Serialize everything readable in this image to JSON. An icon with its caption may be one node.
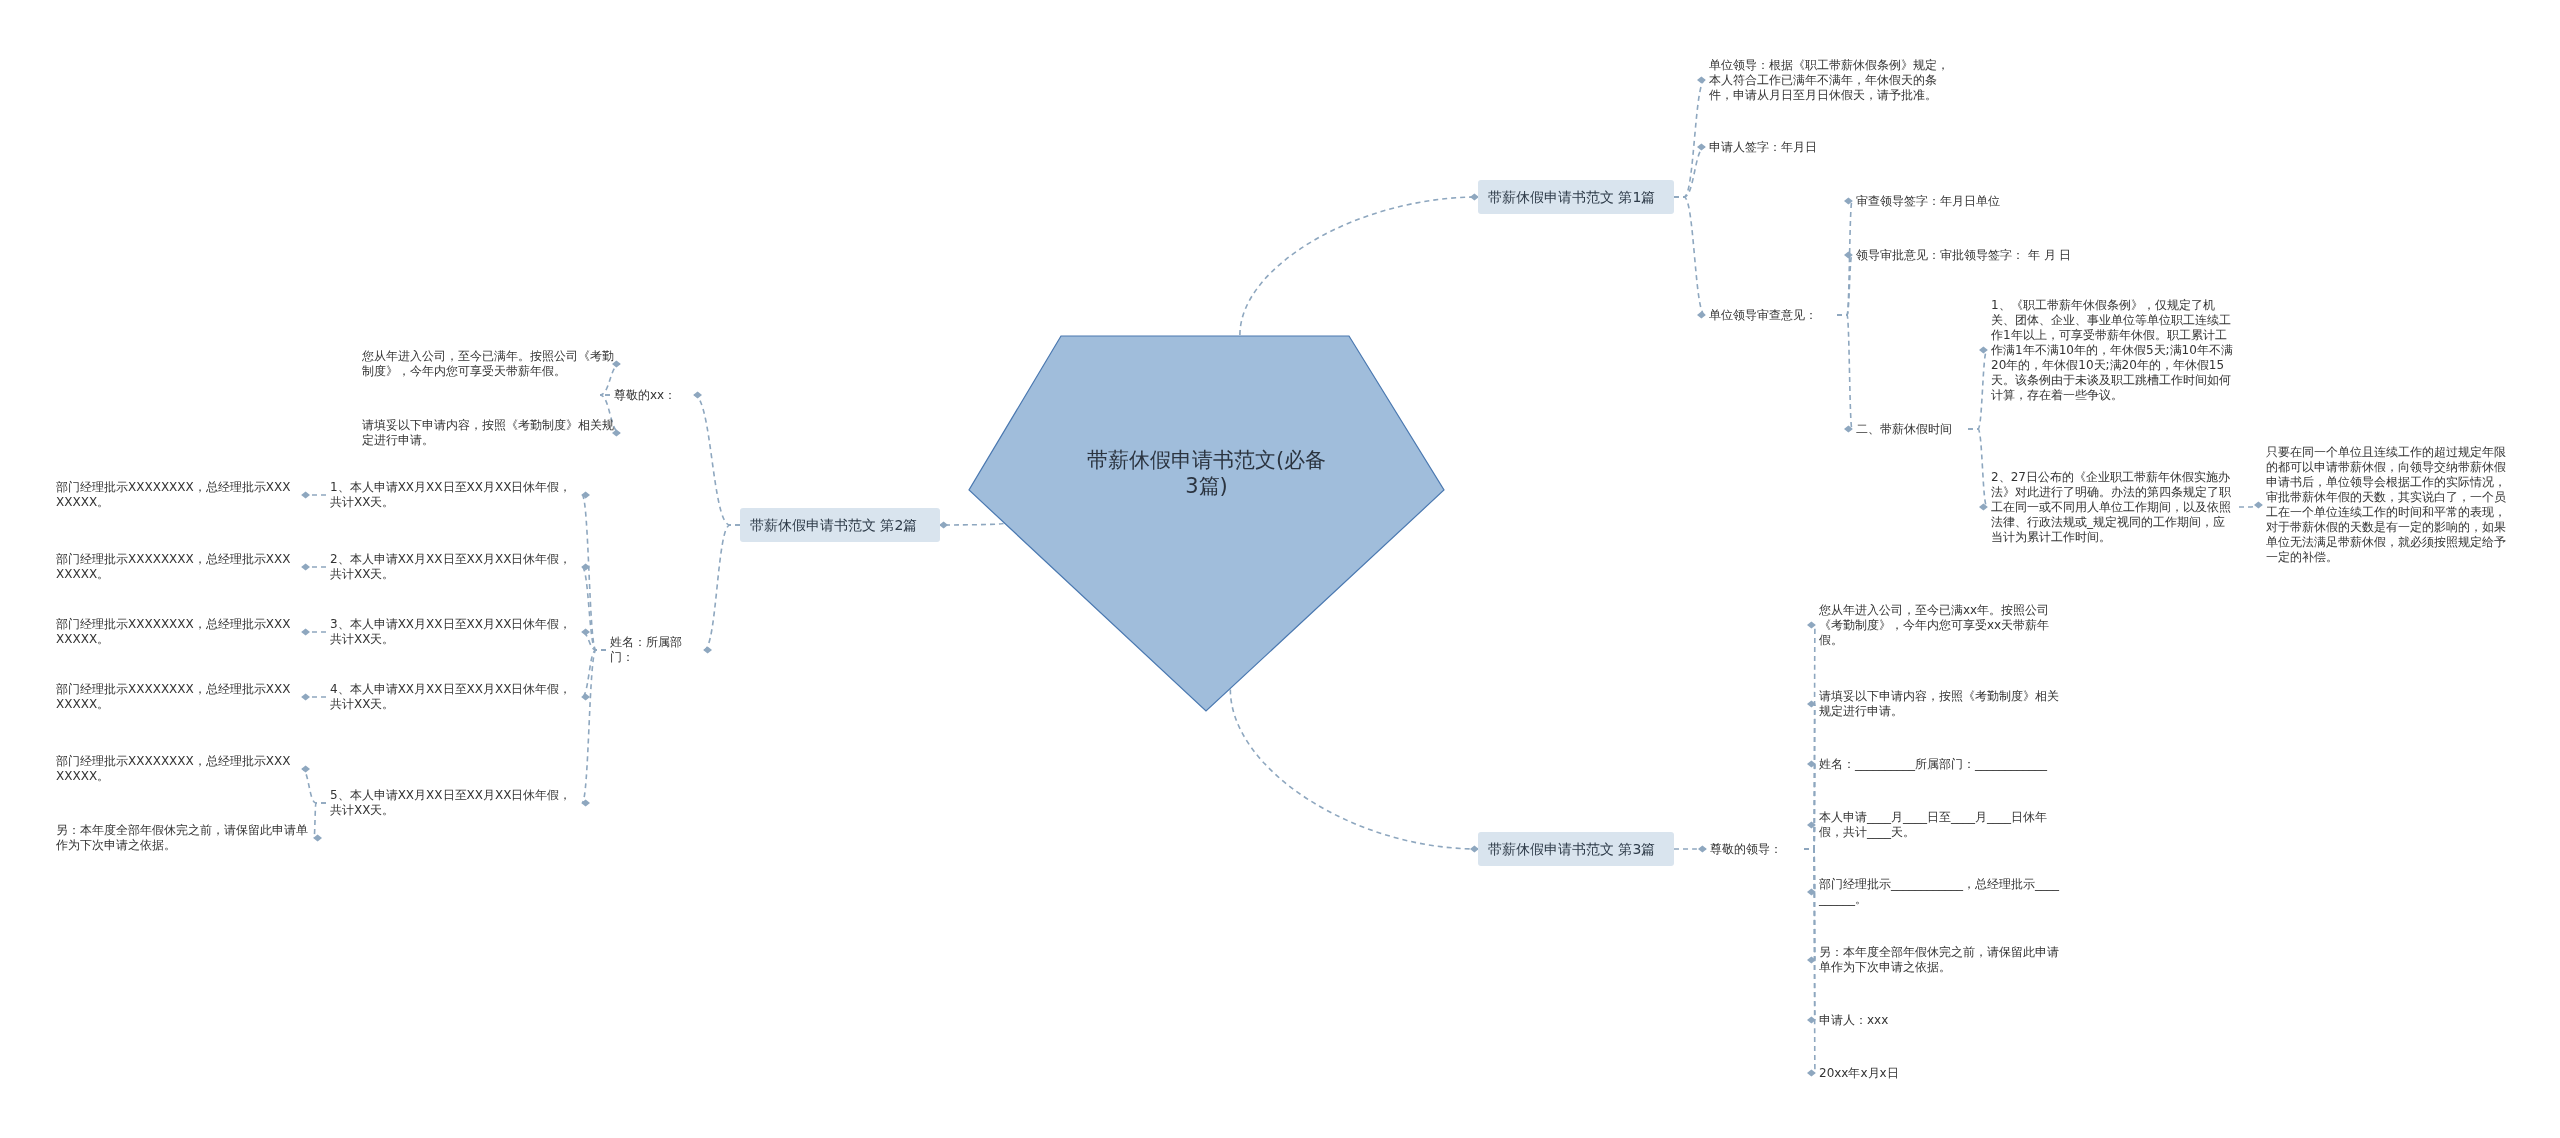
{
  "diagram": {
    "nodes": [
      {
        "text": [
          "带薪休假申请书范文(必备3篇)"
        ]
      },
      {
        "text": [
          "带薪休假申请书范文 第1篇"
        ]
      },
      {
        "text": [
          "单位领导：根据《职工带薪休假条例》规定，本人符合工作已满年不满年，年休假天的条件，申请从月日至月日休假天，请予批准。"
        ]
      },
      {
        "text": [
          "申请人签字：年月日"
        ]
      },
      {
        "text": [
          "单位领导审查意见："
        ]
      },
      {
        "text": [
          "审查领导签字：年月日单位"
        ]
      },
      {
        "text": [
          "领导审批意见：审批领导签字： 年 月 日"
        ]
      },
      {
        "text": [
          "二、带薪休假时间"
        ]
      },
      {
        "text": [
          "1、《职工带薪年休假条例》，仅规定了机关、团体、企业、事业单位等单位职工连续工作1年以上，可享受带薪年休假。职工累计工作满1年不满10年的，年休假5天;满10年不满20年的，年休假10天;满20年的，年休假15天。该条例由于未谈及职工跳槽工作时间如何计算，存在着一些争议。"
        ]
      },
      {
        "text": [
          "2、27日公布的《企业职工带薪年休假实施办法》对此进行了明确。办法的第四条规定了职工在同一或不同用人单位工作期间，以及依照法律、行政法规或_规定视同的工作期间，应当计为累计工作时间。"
        ]
      },
      {
        "text": [
          "只要在同一个单位且连续工作的超过规定年限的都可以申请带薪休假，向领导交纳带薪休假申请书后，单位领导会根据工作的实际情况，审批带薪休年假的天数，其实说白了，一个员工在一个单位连续工作的时间和平常的表现，对于带薪休假的天数是有一定的影响的，如果单位无法满足带薪休假，就必须按照规定给予一定的补偿。"
        ]
      },
      {
        "text": [
          "带薪休假申请书范文 第2篇"
        ]
      },
      {
        "text": [
          "尊敬的xx："
        ]
      },
      {
        "text": [
          "您从年进入公司，至今已满年。按照公司《考勤制度》，今年内您可享受天带薪年假。"
        ]
      },
      {
        "text": [
          "请填妥以下申请内容，按照《考勤制度》相关规定进行申请。"
        ]
      },
      {
        "text": [
          "姓名：所属部门："
        ]
      },
      {
        "text": [
          "1、本人申请XX月XX日至XX月XX日休年假，共计XX天。"
        ]
      },
      {
        "text": [
          "2、本人申请XX月XX日至XX月XX日休年假，共计XX天。"
        ]
      },
      {
        "text": [
          "3、本人申请XX月XX日至XX月XX日休年假，共计XX天。"
        ]
      },
      {
        "text": [
          "4、本人申请XX月XX日至XX月XX日休年假，共计XX天。"
        ]
      },
      {
        "text": [
          "5、本人申请XX月XX日至XX月XX日休年假，共计XX天。"
        ]
      },
      {
        "text": [
          "部门经理批示XXXXXXXX，总经理批示XXXXXXXX。"
        ]
      },
      {
        "text": [
          "部门经理批示XXXXXXXX，总经理批示XXXXXXXX。"
        ]
      },
      {
        "text": [
          "部门经理批示XXXXXXXX，总经理批示XXXXXXXX。"
        ]
      },
      {
        "text": [
          "部门经理批示XXXXXXXX，总经理批示XXXXXXXX。"
        ]
      },
      {
        "text": [
          "部门经理批示XXXXXXXX，总经理批示XXXXXXXX。"
        ]
      },
      {
        "text": [
          "另：本年度全部年假休完之前，请保留此申请单作为下次申请之依据。"
        ]
      },
      {
        "text": [
          "带薪休假申请书范文 第3篇"
        ]
      },
      {
        "text": [
          "尊敬的领导："
        ]
      },
      {
        "text": [
          "您从年进入公司，至今已满xx年。按照公司《考勤制度》，今年内您可享受xx天带薪年假。"
        ]
      },
      {
        "text": [
          "请填妥以下申请内容，按照《考勤制度》相关规定进行申请。"
        ]
      },
      {
        "text": [
          "姓名：__________所属部门：____________"
        ]
      },
      {
        "text": [
          "本人申请____月____日至____月____日休年假，共计____天。"
        ]
      },
      {
        "text": [
          "部门经理批示____________，总经理批示__________。"
        ]
      },
      {
        "text": [
          "另：本年度全部年假休完之前，请保留此申请单作为下次申请之依据。"
        ]
      },
      {
        "text": [
          "申请人：xxx"
        ]
      },
      {
        "text": [
          "20xx年x月x日"
        ]
      }
    ],
    "edges": [
      {
        "from": 0,
        "to": 1,
        "arrow": "other"
      },
      {
        "from": 1,
        "to": 2,
        "arrow": "other"
      },
      {
        "from": 1,
        "to": 3,
        "arrow": "other"
      },
      {
        "from": 1,
        "to": 4,
        "arrow": "other"
      },
      {
        "from": 4,
        "to": 5,
        "arrow": "other"
      },
      {
        "from": 4,
        "to": 6,
        "arrow": "other"
      },
      {
        "from": 4,
        "to": 7,
        "arrow": "other"
      },
      {
        "from": 7,
        "to": 8,
        "arrow": "other"
      },
      {
        "from": 7,
        "to": 9,
        "arrow": "other"
      },
      {
        "from": 9,
        "to": 10,
        "arrow": "other"
      },
      {
        "from": 0,
        "to": 11,
        "arrow": "other"
      },
      {
        "from": 11,
        "to": 12,
        "arrow": "other"
      },
      {
        "from": 11,
        "to": 15,
        "arrow": "other"
      },
      {
        "from": 12,
        "to": 13,
        "arrow": "other"
      },
      {
        "from": 12,
        "to": 14,
        "arrow": "other"
      },
      {
        "from": 15,
        "to": 16,
        "arrow": "other"
      },
      {
        "from": 15,
        "to": 17,
        "arrow": "other"
      },
      {
        "from": 15,
        "to": 18,
        "arrow": "other"
      },
      {
        "from": 15,
        "to": 19,
        "arrow": "other"
      },
      {
        "from": 15,
        "to": 20,
        "arrow": "other"
      },
      {
        "from": 16,
        "to": 21,
        "arrow": "other"
      },
      {
        "from": 17,
        "to": 22,
        "arrow": "other"
      },
      {
        "from": 18,
        "to": 23,
        "arrow": "other"
      },
      {
        "from": 19,
        "to": 24,
        "arrow": "other"
      },
      {
        "from": 20,
        "to": 25,
        "arrow": "other"
      },
      {
        "from": 20,
        "to": 26,
        "arrow": "other"
      },
      {
        "from": 0,
        "to": 27,
        "arrow": "other"
      },
      {
        "from": 27,
        "to": 28,
        "arrow": "other"
      },
      {
        "from": 28,
        "to": 29,
        "arrow": "other"
      },
      {
        "from": 28,
        "to": 30,
        "arrow": "other"
      },
      {
        "from": 28,
        "to": 31,
        "arrow": "other"
      },
      {
        "from": 28,
        "to": 32,
        "arrow": "other"
      },
      {
        "from": 28,
        "to": 33,
        "arrow": "other"
      },
      {
        "from": 28,
        "to": 34,
        "arrow": "other"
      },
      {
        "from": 28,
        "to": 35,
        "arrow": "other"
      },
      {
        "from": 28,
        "to": 36,
        "arrow": "other"
      }
    ]
  }
}
